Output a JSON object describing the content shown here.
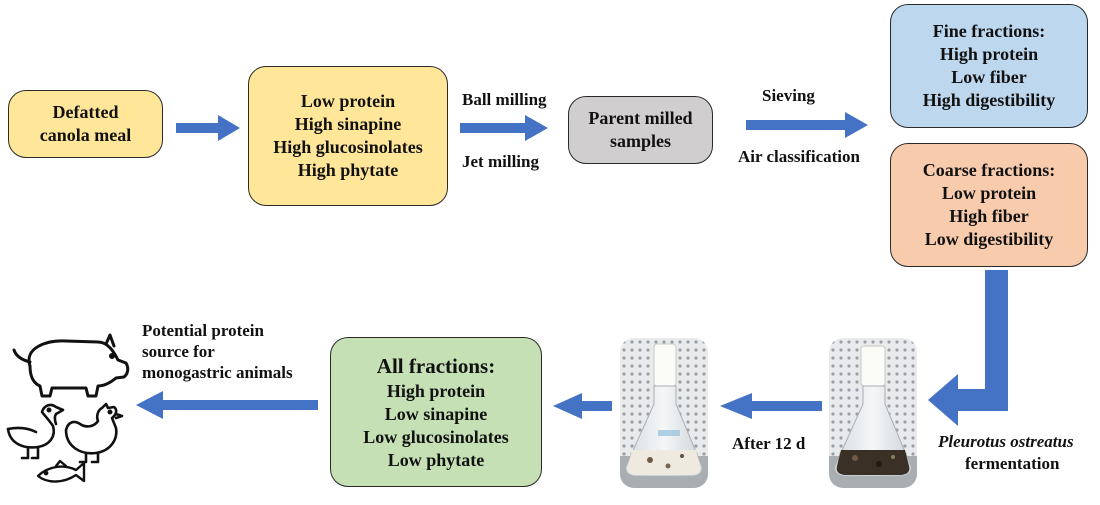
{
  "colors": {
    "arrow": "#4472C4",
    "yellow_box": "#FFE699",
    "grey_box": "#D0CECE",
    "blue_box": "#BDD7EE",
    "orange_box": "#F8CBAD",
    "green_box": "#C5E0B4"
  },
  "boxes": {
    "defatted": [
      "Defatted",
      "canola meal"
    ],
    "initial_properties": [
      "Low protein",
      "High sinapine",
      "High glucosinolates",
      "High phytate"
    ],
    "parent": [
      "Parent milled",
      "samples"
    ],
    "fine": [
      "Fine fractions:",
      "High protein",
      "Low fiber",
      "High digestibility"
    ],
    "coarse": [
      "Coarse fractions:",
      "Low protein",
      "High fiber",
      "Low digestibility"
    ],
    "all_fractions": [
      "All fractions:",
      "High protein",
      "Low sinapine",
      "Low glucosinolates",
      "Low phytate"
    ]
  },
  "labels": {
    "ball_milling": "Ball milling",
    "jet_milling": "Jet milling",
    "sieving": "Sieving",
    "air_classification": "Air classification",
    "after_12d": "After 12 d",
    "fermentation_organism": "Pleurotus ostreatus",
    "fermentation": "fermentation",
    "potential_source": [
      "Potential protein",
      "source for",
      "monogastric animals"
    ]
  },
  "icons": [
    "pig-icon",
    "duck-icon",
    "chicken-icon",
    "fish-icon",
    "flask-photo-fermented",
    "flask-photo-after-12d"
  ]
}
